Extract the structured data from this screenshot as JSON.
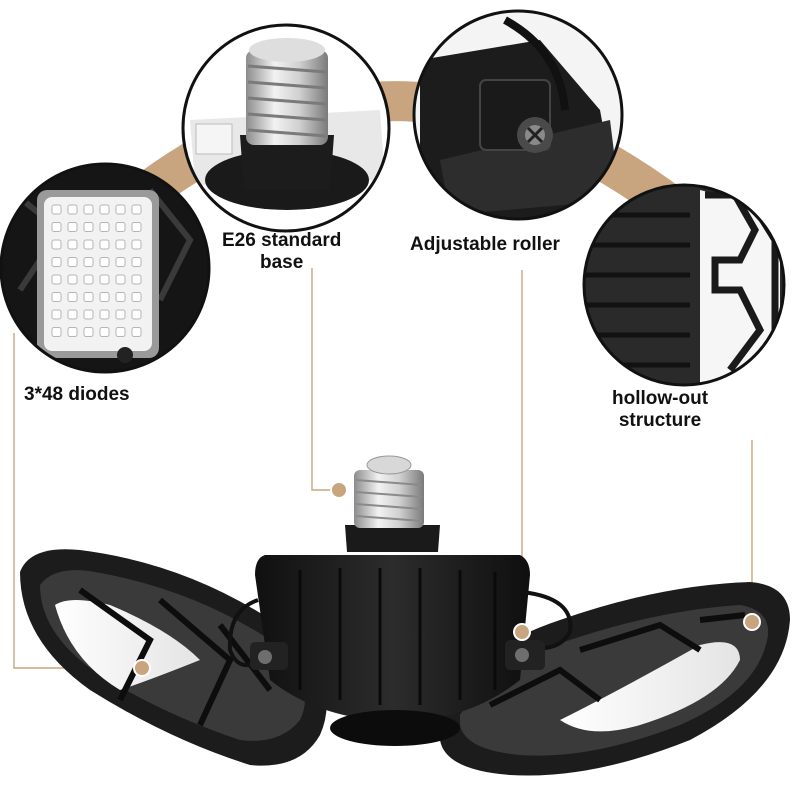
{
  "callouts": {
    "diodes": {
      "line1": "3*48 diodes",
      "line2": ""
    },
    "base": {
      "line1": "E26 standard",
      "line2": "base"
    },
    "roller": {
      "line1": "Adjustable roller",
      "line2": ""
    },
    "hollow": {
      "line1": "hollow-out",
      "line2": "structure"
    }
  },
  "colors": {
    "accent": "#c9a57f",
    "lamp_dark": "#1a1a1a",
    "metal": "#c9c9c9",
    "led_panel": "#f2f2f2",
    "background": "#ffffff"
  }
}
